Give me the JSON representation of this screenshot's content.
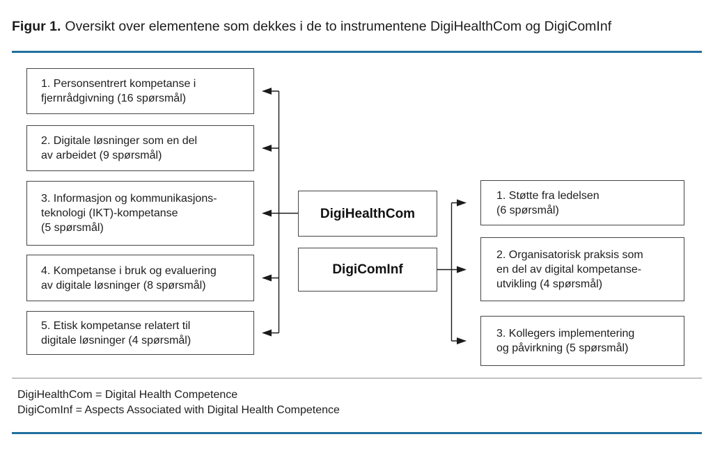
{
  "figure": {
    "label": "Figur 1.",
    "title": "Oversikt over elementene som dekkes i de to instrumentene DigiHealthCom og DigiComInf"
  },
  "colors": {
    "accent_line": "#1f6f9e",
    "separator_line": "#8e8e8e",
    "box_border": "#444444",
    "connector": "#1a1a1a"
  },
  "diagram": {
    "left_boxes": [
      {
        "lines": [
          "1. Personsentrert kompetanse i",
          "fjernrådgivning (16 spørsmål)"
        ]
      },
      {
        "lines": [
          "2. Digitale løsninger som en del",
          "av arbeidet (9 spørsmål)"
        ]
      },
      {
        "lines": [
          "3. Informasjon og kommunikasjons-",
          "teknologi (IKT)-kompetanse",
          "(5 spørsmål)"
        ]
      },
      {
        "lines": [
          "4. Kompetanse i bruk og evaluering",
          "av digitale løsninger (8 spørsmål)"
        ]
      },
      {
        "lines": [
          "5. Etisk kompetanse relatert til",
          "digitale løsninger (4 spørsmål)"
        ]
      }
    ],
    "instruments": [
      {
        "label": "DigiHealthCom"
      },
      {
        "label": "DigiComInf"
      }
    ],
    "right_boxes": [
      {
        "lines": [
          "1. Støtte fra ledelsen",
          "(6 spørsmål)"
        ]
      },
      {
        "lines": [
          "2. Organisatorisk praksis som",
          "en del av digital kompetanse-",
          "utvikling (4 spørsmål)"
        ]
      },
      {
        "lines": [
          "3. Kollegers implementering",
          "og påvirkning (5 spørsmål)"
        ]
      }
    ]
  },
  "legend": {
    "lines": [
      "DigiHealthCom = Digital Health Competence",
      "DigiComInf = Aspects Associated with Digital Health Competence"
    ]
  }
}
